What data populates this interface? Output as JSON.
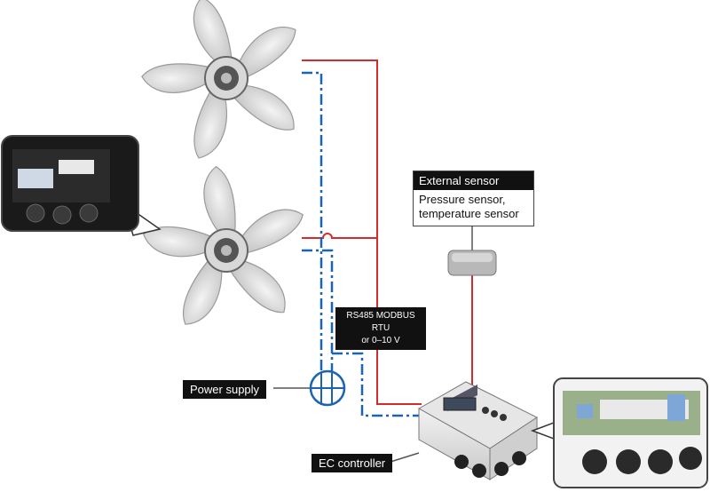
{
  "labels": {
    "external_sensor_title": "External sensor",
    "external_sensor_line1": "Pressure sensor,",
    "external_sensor_line2": "temperature sensor",
    "rs485_line1": "RS485 MODBUS RTU",
    "rs485_line2": "or 0–10 V",
    "power_supply": "Power supply",
    "ec_controller": "EC controller"
  },
  "colors": {
    "power_line": "#d62b2b",
    "signal_line": "#1b63b5",
    "label_bg": "#111111",
    "fan_blade": "#dcdcdc"
  }
}
